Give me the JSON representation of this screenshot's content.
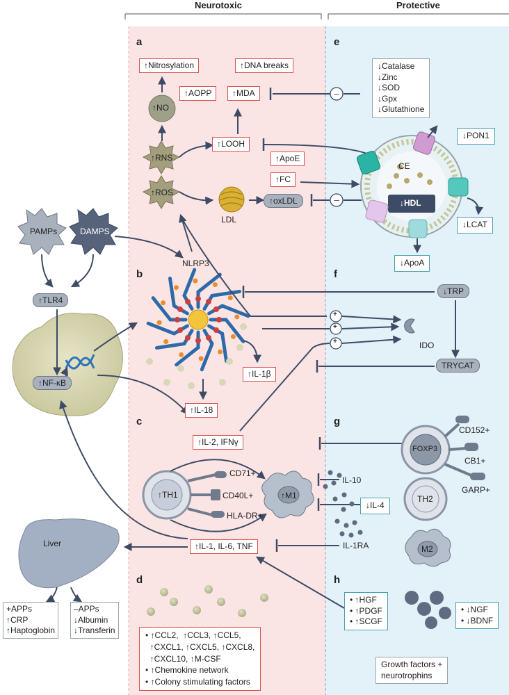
{
  "headers": {
    "neurotoxic": "Neurotoxic",
    "protective": "Protective"
  },
  "panels": {
    "a": "a",
    "b": "b",
    "c": "c",
    "d": "d",
    "e": "e",
    "f": "f",
    "g": "g",
    "h": "h"
  },
  "panel_a": {
    "nitrosylation": "↑Nitrosylation",
    "dna_breaks": "↑DNA breaks",
    "aopp": "↑AOPP",
    "mda": "↑MDA",
    "no": "↑NO",
    "rns": "↑RNS",
    "ros": "↑ROS",
    "looh": "↑LOOH",
    "apoe": "↑ApoE",
    "fc": "↑FC",
    "ldl": "LDL",
    "oxldl": "↑oxLDL"
  },
  "panel_e": {
    "antioxidants": [
      "↓Catalase",
      "↓Zinc",
      "↓SOD",
      "↓Gpx",
      "↓Glutathione"
    ],
    "pon1": "↓PON1",
    "ce": "CE",
    "hdl": "↓HDL",
    "lcat": "↓LCAT",
    "apoa": "↓ApoA",
    "minus": "–"
  },
  "left": {
    "pamps": "PAMPs",
    "damps": "DAMPS",
    "tlr4": "↑TLR4",
    "nfkb": "↑NF-κB",
    "liver": "Liver",
    "acute_up": [
      "+APPs",
      "↑CRP",
      "↑Haptoglobin"
    ],
    "acute_down": [
      "–APPs",
      "↓Albumin",
      "↓Transferin"
    ]
  },
  "panel_b": {
    "nlrp3": "NLRP3",
    "il1b": "↑IL-1β",
    "il18": "↑IL-18"
  },
  "panel_f": {
    "trp": "↓TRP",
    "ido": "IDO",
    "trycat": "TRYCAT",
    "plus": "+"
  },
  "panel_c": {
    "il2_ifng": "↑IL-2, IFNγ",
    "th1": "↑TH1",
    "cd71": "CD71+",
    "cd40l": "CD40L+",
    "hladr": "HLA-DR+",
    "m1": "↑M1",
    "il1_il6_tnf": "↑IL-1, IL-6, TNF"
  },
  "panel_g": {
    "foxp3": "FOXP3",
    "cd152": "CD152+",
    "cb1": "CB1+",
    "garp": "GARP+",
    "il10": "IL-10",
    "il4": "↓IL-4",
    "th2": "TH2",
    "il1ra": "IL-1RA",
    "m2": "M2"
  },
  "panel_d": {
    "chemokines": [
      "• ↑CCL2,  ↑CCL3, ↑CCL5,",
      "  ↑CXCL1, ↑CXCL5, ↑CXCL8,",
      "  ↑CXCL10, ↑M-CSF",
      "• ↑Chemokine network",
      "• ↑Colony stimulating factors"
    ]
  },
  "panel_h": {
    "factors_up": [
      "• ↑HGF",
      "• ↑PDGF",
      "• ↑SCGF"
    ],
    "factors_down": [
      "• ↓NGF",
      "• ↓BDNF"
    ],
    "caption": [
      "Growth factors +",
      "neurotrophins"
    ]
  }
}
